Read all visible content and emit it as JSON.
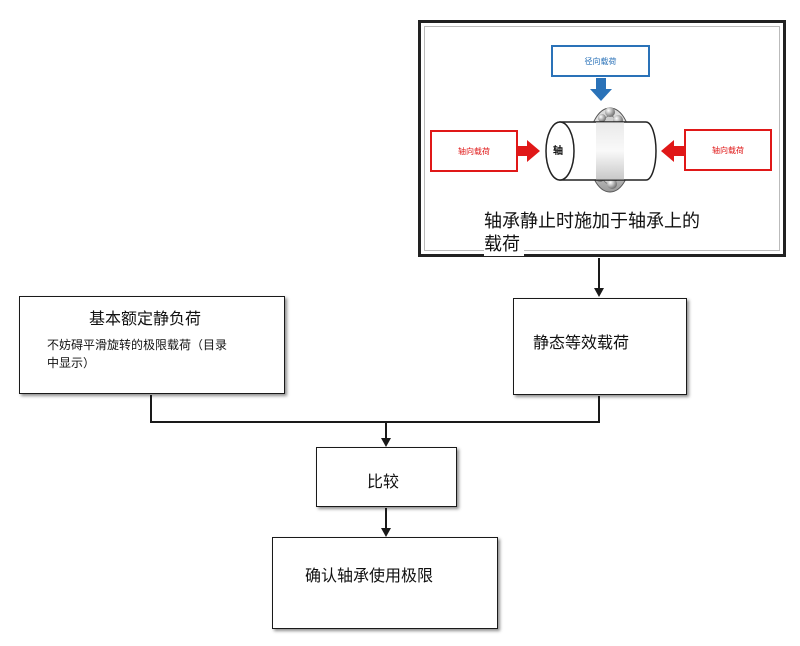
{
  "illustration": {
    "radial_load_label": "径向载荷",
    "axial_load_left_label": "轴向载荷",
    "axial_load_right_label": "轴向载荷",
    "shaft_label": "轴",
    "caption_line1": "轴承静止时施加于轴承上的",
    "caption_line2": "载荷",
    "colors": {
      "axial": "#e01818",
      "radial": "#2a72b8"
    }
  },
  "boxes": {
    "basic_rating": {
      "title": "基本额定静负荷",
      "desc_line1": "不妨碍平滑旋转的极限载荷（目录",
      "desc_line2": "中显示）"
    },
    "equivalent_load": {
      "title": "静态等效载荷"
    },
    "compare": {
      "title": "比较"
    },
    "confirm": {
      "title": "确认轴承使用极限"
    }
  }
}
